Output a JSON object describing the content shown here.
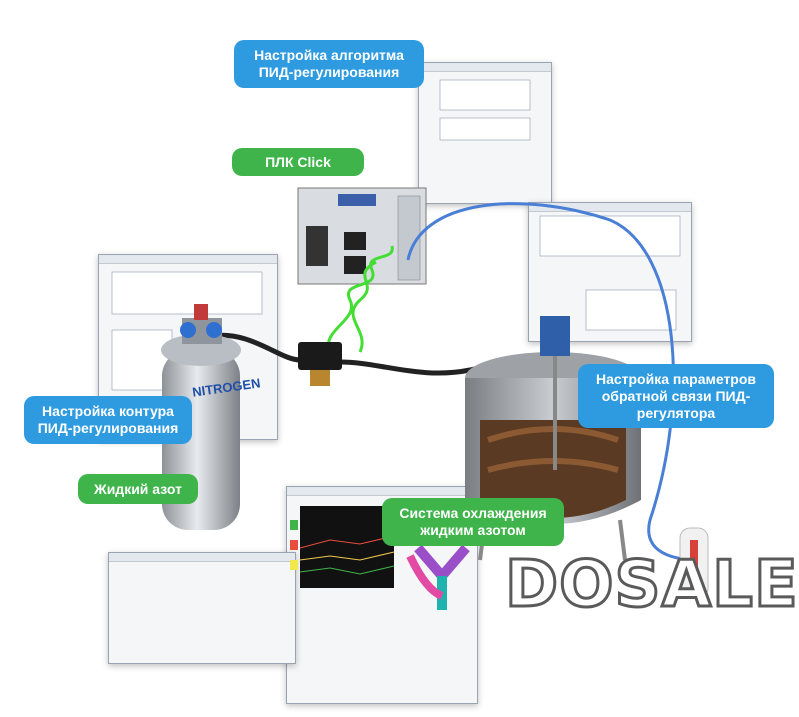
{
  "labels": {
    "pid_algorithm": "Настройка алгоритма ПИД-регулирования",
    "plc": "ПЛК Click",
    "pid_loop": "Настройка контура ПИД-регулирования",
    "liquid_nitrogen": "Жидкий азот",
    "feedback": "Настройка параметров обратной связи ПИД-регулятора",
    "cooling": "Система охлаждения жидким азотом"
  },
  "tank_text": "NITROGEN",
  "watermark": "DOSALE",
  "colors": {
    "blue_label": "#2e9be0",
    "green_label": "#3fb44b",
    "coil": "#44dd33",
    "cable": "#4a7fd6"
  }
}
